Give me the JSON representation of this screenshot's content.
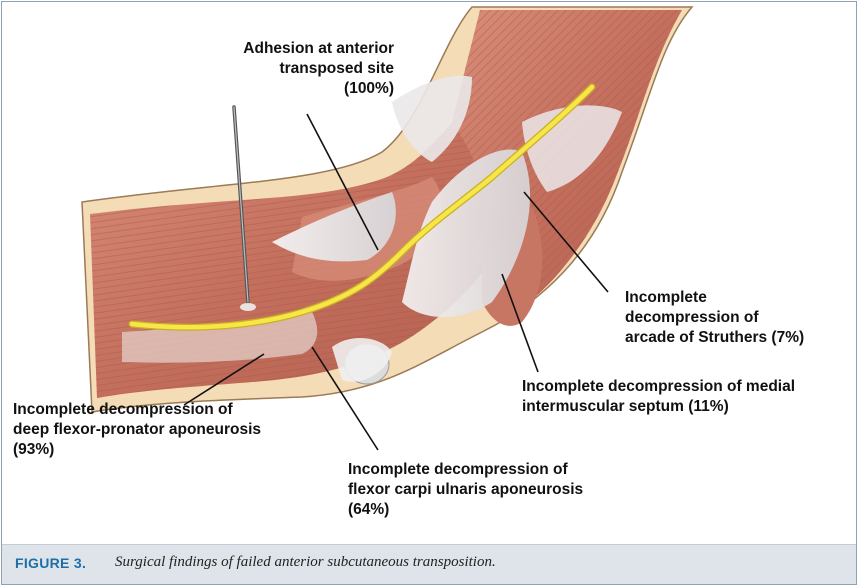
{
  "labels": {
    "adhesion": "Adhesion at anterior\ntransposed site\n(100%)",
    "struthers": "Incomplete\ndecompression of\narcade of Struthers (7%)",
    "septum": "Incomplete decompression of medial\nintermuscular septum (11%)",
    "deep_flexor": "Incomplete decompression of\ndeep flexor-pronator aponeurosis\n(93%)",
    "fcu": "Incomplete decompression of\nflexor carpi ulnaris aponeurosis\n(64%)"
  },
  "caption": {
    "number": "FIGURE 3.",
    "text": "Surgical findings of failed anterior subcutaneous transposition."
  },
  "colors": {
    "skin": "#f3dcb6",
    "muscle": "#c97866",
    "muscle_dark": "#a85848",
    "tendon": "#e7e4e6",
    "nerve": "#f2dc3a",
    "caption_accent": "#1d6fa8",
    "caption_bg": "#dfe4ea"
  }
}
